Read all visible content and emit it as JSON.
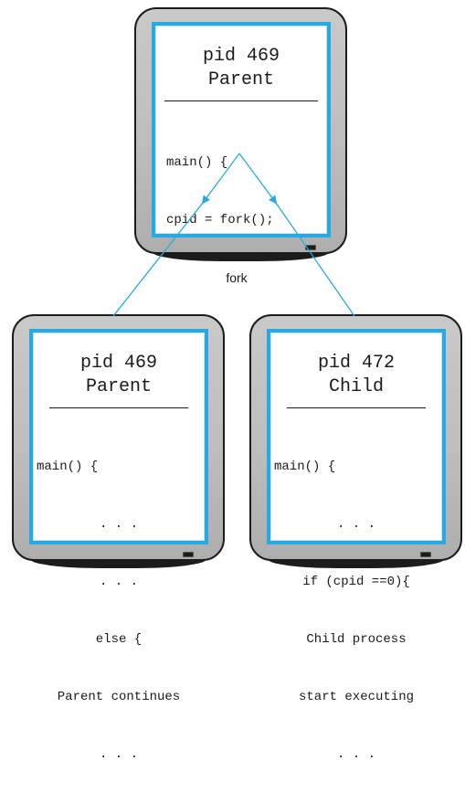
{
  "diagram": {
    "fork_label": "fork",
    "parent_before": {
      "pid": "pid 469",
      "role": "Parent",
      "code": [
        "main() {",
        "cpid = fork();"
      ]
    },
    "parent_after": {
      "pid": "pid 469",
      "role": "Parent",
      "code": [
        "main() {",
        ". . .",
        ". . .",
        "else {",
        "Parent continues",
        ". . ."
      ]
    },
    "child": {
      "pid": "pid 472",
      "role": "Child",
      "code": [
        "main() {",
        ". . .",
        "if (cpid ==0){",
        "Child process",
        "start executing",
        ". . ."
      ]
    }
  },
  "colors": {
    "accent": "#29a9e1",
    "bezel": "#c4c4c4",
    "outline": "#1c1c1c"
  }
}
